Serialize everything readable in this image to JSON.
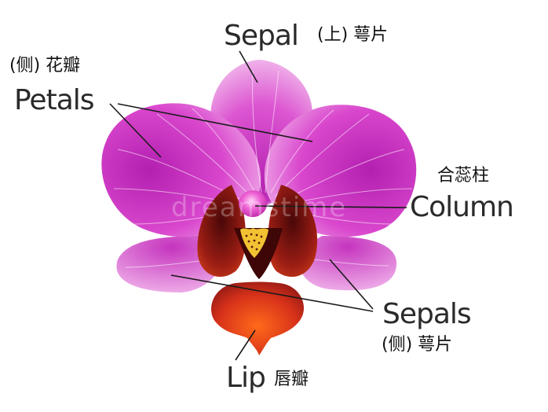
{
  "labels": {
    "sepal_top_en": "Sepal",
    "sepal_top_cn": "(上) 萼片",
    "petals_cn": "(侧) 花瓣",
    "petals_en": "Petals",
    "column_cn": "合蕊柱",
    "column_en": "Column",
    "sepals_en": "Sepals",
    "sepals_cn": "(侧) 萼片",
    "lip_en": "Lip",
    "lip_cn": "唇瓣"
  },
  "watermark": "dreamstime",
  "colors": {
    "petal": "#d640c8",
    "petal_light": "#f6c8f0",
    "lip_dark": "#6a0f12",
    "lip": "#c8301c",
    "lip_orange": "#ef5a17",
    "column": "#ee5fd3",
    "anther": "#f2c233",
    "leader_line": "#1a1a1a"
  }
}
